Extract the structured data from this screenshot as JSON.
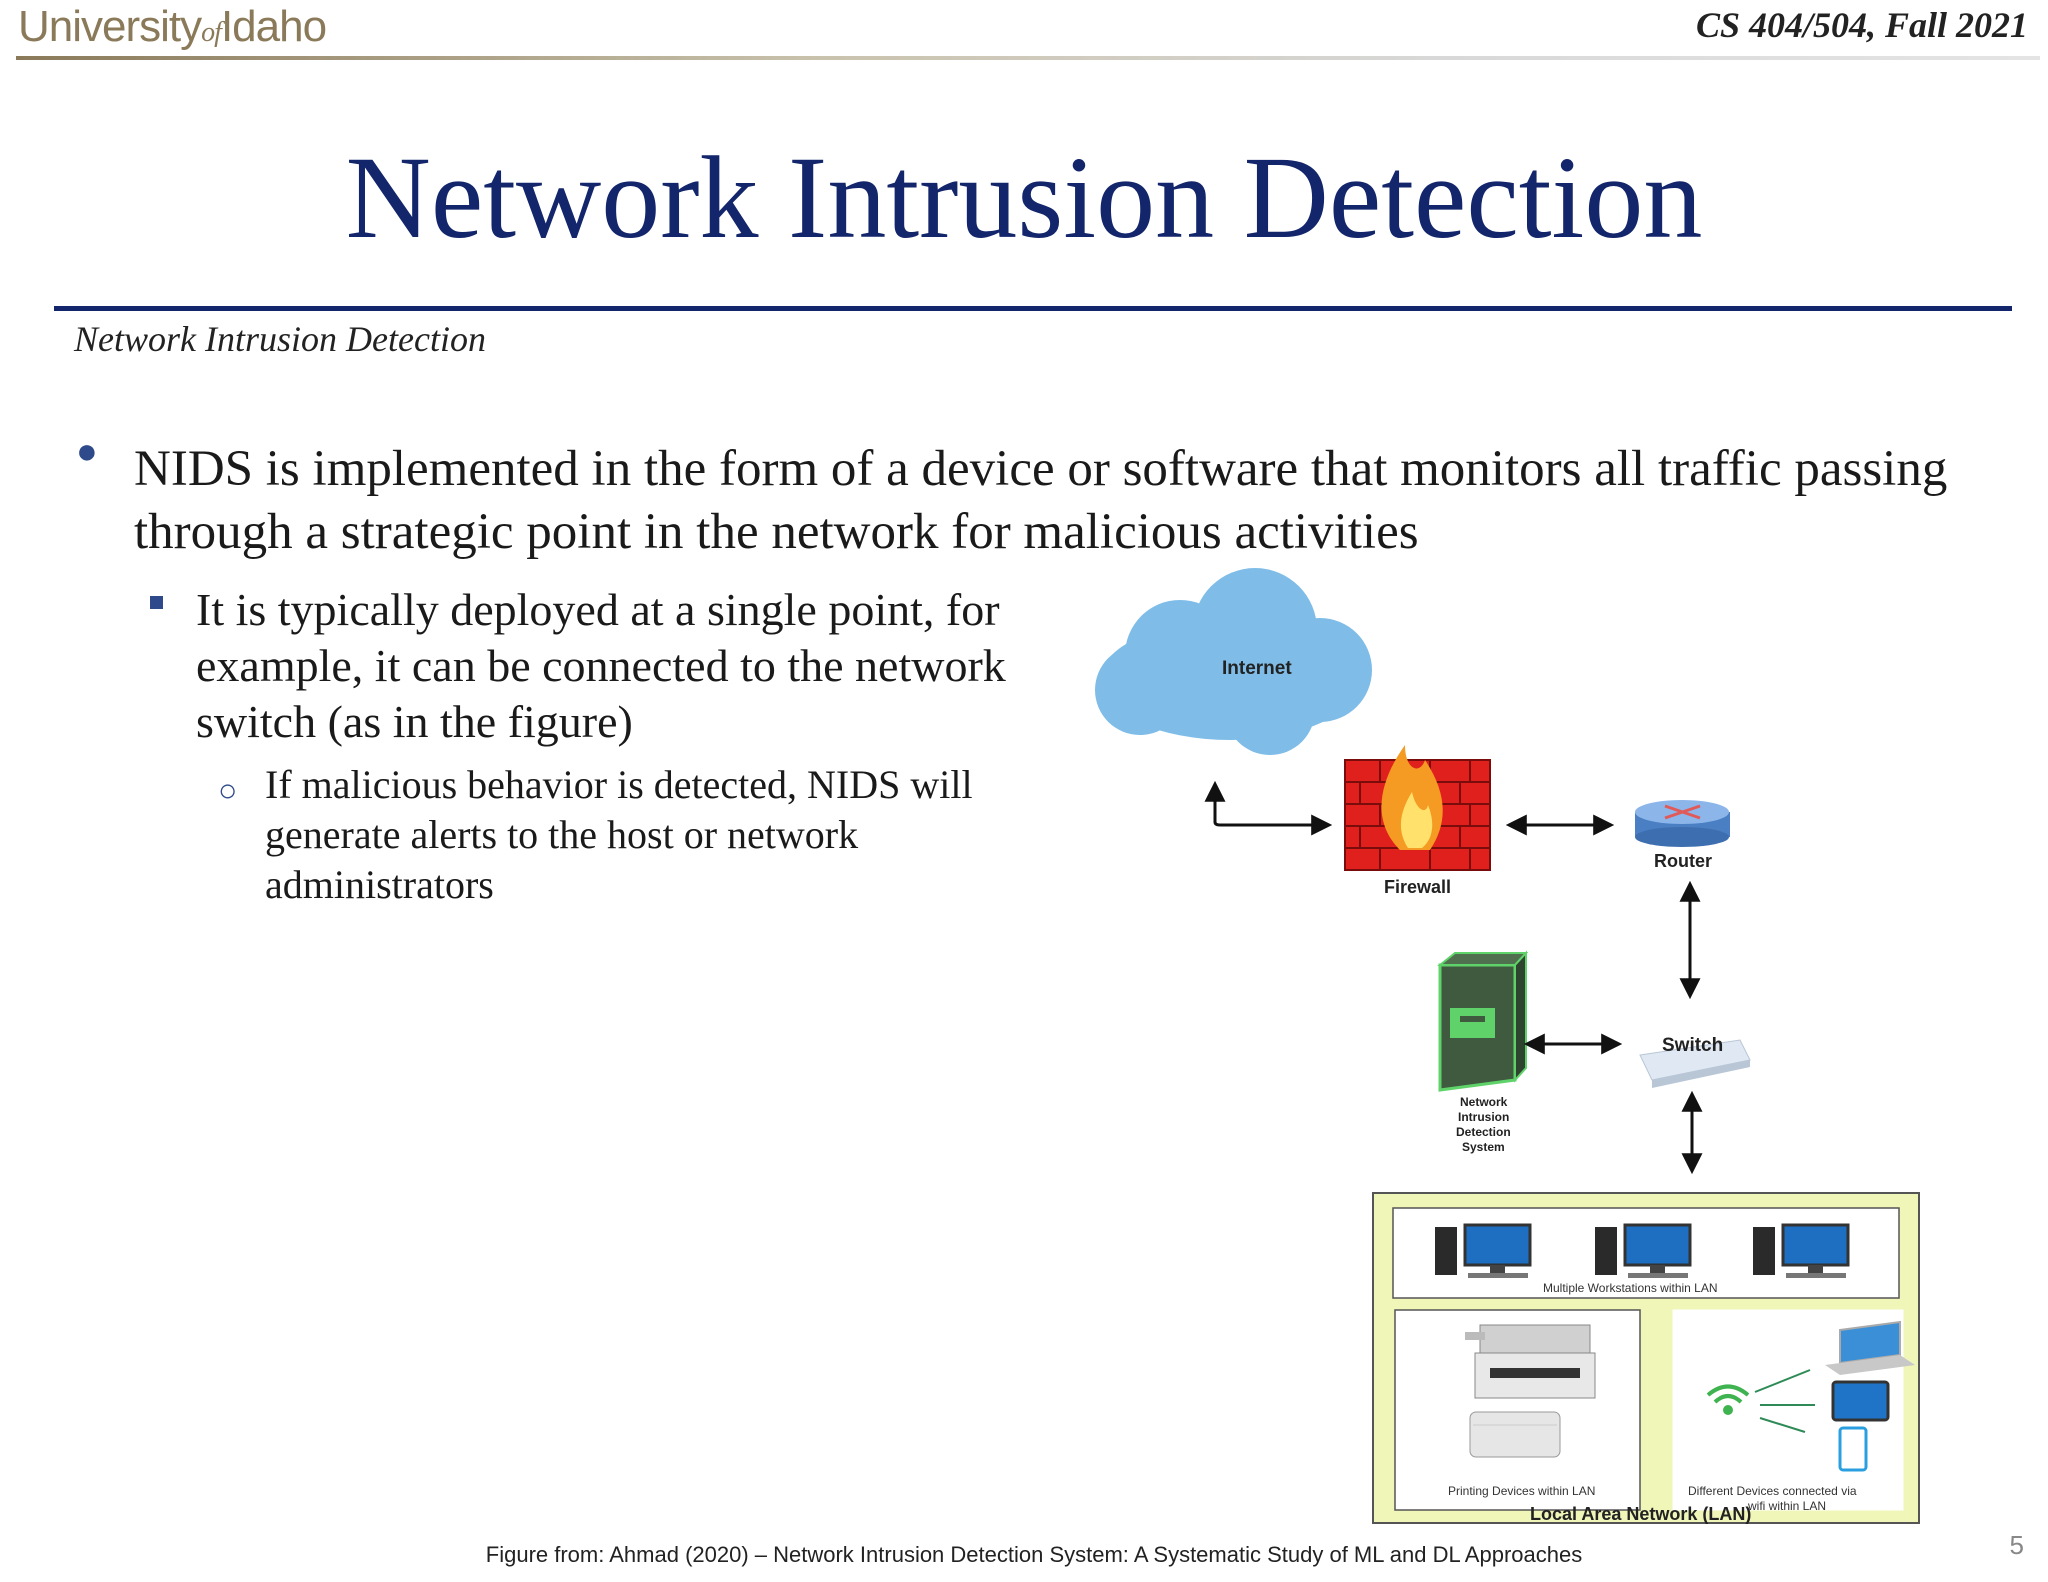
{
  "header": {
    "logo_main_left": "University",
    "logo_of": "of",
    "logo_main_right": "Idaho",
    "course": "CS 404/504, Fall 2021"
  },
  "slide": {
    "title": "Network Intrusion Detection",
    "subtitle": "Network Intrusion Detection",
    "bullet1": "NIDS is implemented in the form of a device or software that monitors all traffic passing through a strategic point in the network for malicious activities",
    "bullet2": "It is typically deployed at a single point, for example, it can be connected to the network switch (as in the figure)",
    "bullet3": "If malicious behavior is detected, NIDS will generate alerts to the host or network administrators",
    "page_number": "5"
  },
  "figure": {
    "internet": "Internet",
    "firewall": "Firewall",
    "router": "Router",
    "switch": "Switch",
    "nids_line1": "Network",
    "nids_line2": "Intrusion",
    "nids_line3": "Detection",
    "nids_line4": "System",
    "workstations": "Multiple Workstations within LAN",
    "printing": "Printing Devices within LAN",
    "wifi_line1": "Different Devices connected via",
    "wifi_line2": "wifi within LAN",
    "lan": "Local Area Network (LAN)",
    "colors": {
      "cloud": "#7fbde8",
      "firewall": "#e0201c",
      "nids": "#3f5a3f",
      "lan_bg": "#f0f5b8",
      "router": "#5b8fd1"
    }
  },
  "caption": "Figure from: Ahmad (2020) – Network Intrusion Detection System: A Systematic Study of ML and DL Approaches"
}
